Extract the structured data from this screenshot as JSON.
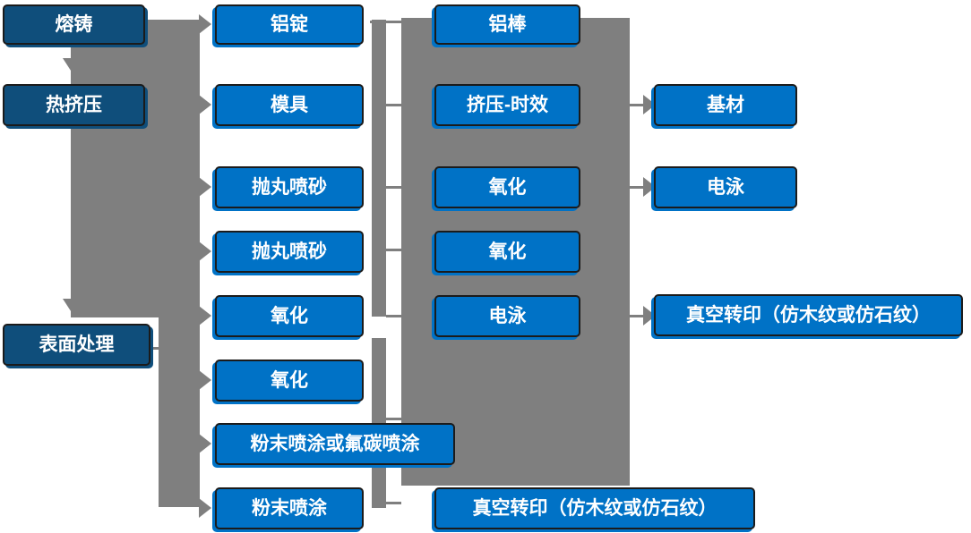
{
  "palette": {
    "stage_box_navy": "#0f4e7b",
    "process_box_blue": "#0072c6",
    "connector_gray": "#7f7f7f",
    "box_border": "#1b1b1b",
    "box_text": "#ffffff"
  },
  "nodes": {
    "melt_cast": "熔铸",
    "hot_extrusion": "热挤压",
    "surface_treatment": "表面处理",
    "al_ingot": "铝锭",
    "mold": "模具",
    "shot_blast_1": "抛丸喷砂",
    "shot_blast_2": "抛丸喷砂",
    "oxidation_1": "氧化",
    "oxidation_2": "氧化",
    "powder_or_fluorocarbon": "粉末喷涂或氟碳喷涂",
    "powder_coating": "粉末喷涂",
    "al_rod": "铝棒",
    "extrusion_aging": "挤压-时效",
    "oxidation_3": "氧化",
    "oxidation_4": "氧化",
    "electrophoresis_1": "电泳",
    "vacuum_transfer_bottom": "真空转印（仿木纹或仿石纹）",
    "base_material": "基材",
    "electrophoresis_2": "电泳",
    "vacuum_transfer_right": "真空转印（仿木纹或仿石纹）"
  }
}
